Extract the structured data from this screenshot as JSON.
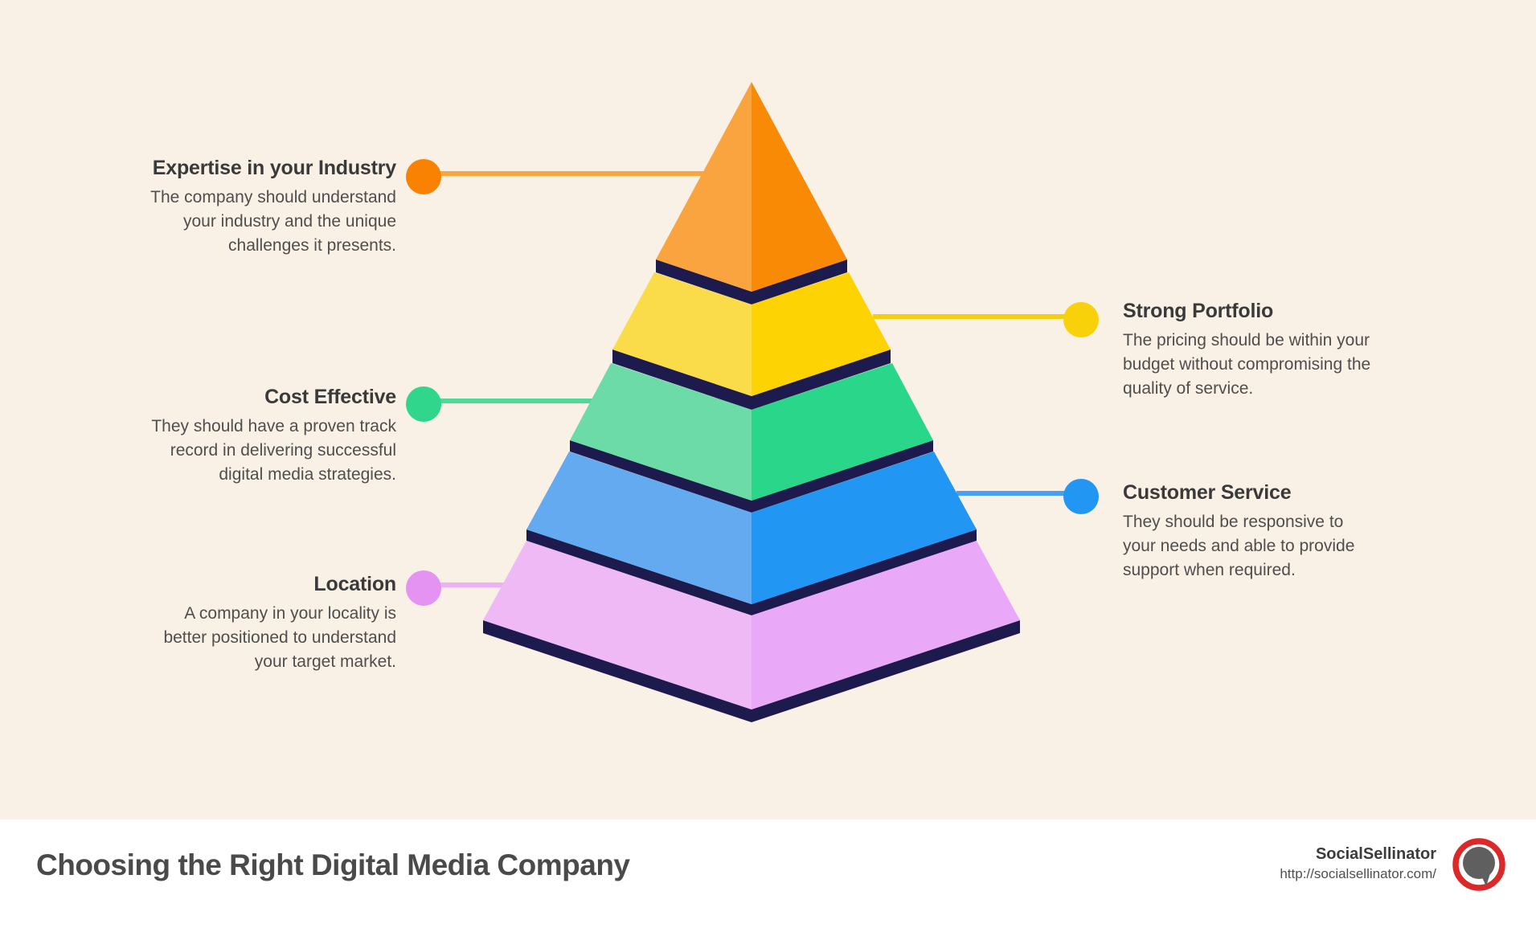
{
  "background": {
    "page": "#FAF1E6",
    "footer": "#FFFFFF"
  },
  "pyramid": {
    "band_color": "#1D1A4E",
    "layers": [
      {
        "name": "expertise-in-your-industry",
        "left_color": "#FAA43F",
        "right_color": "#F98A06"
      },
      {
        "name": "strong-portfolio",
        "left_color": "#FADC4B",
        "right_color": "#FDD304"
      },
      {
        "name": "cost-effective",
        "left_color": "#6CDBA7",
        "right_color": "#2AD689"
      },
      {
        "name": "customer-service",
        "left_color": "#64AAF0",
        "right_color": "#2196F3"
      },
      {
        "name": "location",
        "left_color": "#EFB9F5",
        "right_color": "#E9A9F8"
      }
    ]
  },
  "labels": [
    {
      "title": "Expertise in your Industry",
      "desc_lines": [
        "The company should understand",
        "your industry and the unique",
        "challenges it presents."
      ],
      "color": "#F98203",
      "line_color": "#FAA53F",
      "side": "left"
    },
    {
      "title": "Strong Portfolio",
      "desc_lines": [
        "The pricing should be within your",
        "budget without compromising the",
        "quality of service."
      ],
      "color": "#F9D10A",
      "line_color": "#F3CE11",
      "side": "right"
    },
    {
      "title": "Cost Effective",
      "desc_lines": [
        "They should have a proven track",
        "record in delivering successful",
        "digital media strategies."
      ],
      "color": "#2FD68B",
      "line_color": "#4FDA9A",
      "side": "left"
    },
    {
      "title": "Customer Service",
      "desc_lines": [
        "They should be responsive to",
        "your needs and able to provide",
        "support when required."
      ],
      "color": "#2196F3",
      "line_color": "#459FF2",
      "side": "right"
    },
    {
      "title": "Location",
      "desc_lines": [
        "A company in your locality is",
        "better positioned to understand",
        "your target market."
      ],
      "color": "#E593F2",
      "line_color": "#EDAFF6",
      "side": "left"
    }
  ],
  "footer": {
    "title": "Choosing the Right Digital Media Company",
    "brand": "SocialSellinator",
    "url": "http://socialsellinator.com/",
    "logo_ring_color": "#DB2828",
    "logo_bubble_color": "#5F5F5F"
  }
}
